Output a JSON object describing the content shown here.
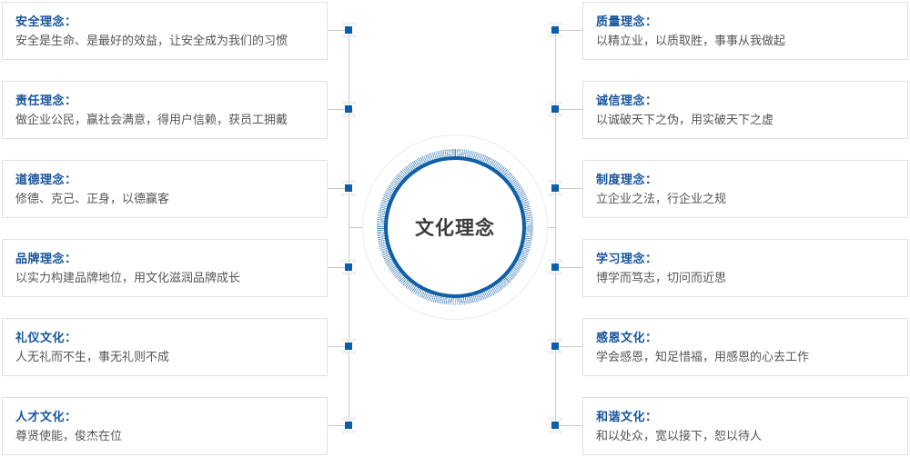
{
  "center": {
    "label": "文化理念",
    "ring_color": "#0F5FA8",
    "halo_color": "#1160A8",
    "outer_circle_color": "#ececec",
    "label_color": "#3a3a3a"
  },
  "theme": {
    "title_color": "#15539C",
    "text_color": "#555555",
    "box_border_color": "#e2e2e2",
    "connector_color": "#c9c9c9",
    "node_color": "#0B5EA8",
    "background": "#ffffff"
  },
  "left_column": [
    {
      "title": "安全理念：",
      "text": "安全是生命、是最好的效益，让安全成为我们的习惯"
    },
    {
      "title": "责任理念：",
      "text": "做企业公民，赢社会满意，得用户信赖，获员工拥戴"
    },
    {
      "title": "道德理念：",
      "text": "修德、克己、正身，以德赢客"
    },
    {
      "title": "品牌理念：",
      "text": "以实力构建品牌地位，用文化滋润品牌成长"
    },
    {
      "title": "礼仪文化：",
      "text": "人无礼而不生，事无礼则不成"
    },
    {
      "title": "人才文化：",
      "text": "尊贤使能，俊杰在位"
    }
  ],
  "right_column": [
    {
      "title": "质量理念：",
      "text": "以精立业，以质取胜，事事从我做起"
    },
    {
      "title": "诚信理念：",
      "text": "以诚破天下之伪，用实破天下之虚"
    },
    {
      "title": "制度理念：",
      "text": "立企业之法，行企业之规"
    },
    {
      "title": "学习理念：",
      "text": "博学而笃志，切问而近思"
    },
    {
      "title": "感恩文化：",
      "text": "学会感恩，知足惜福，用感恩的心去工作"
    },
    {
      "title": "和谐文化：",
      "text": "和以处众，宽以接下，恕以待人"
    }
  ]
}
